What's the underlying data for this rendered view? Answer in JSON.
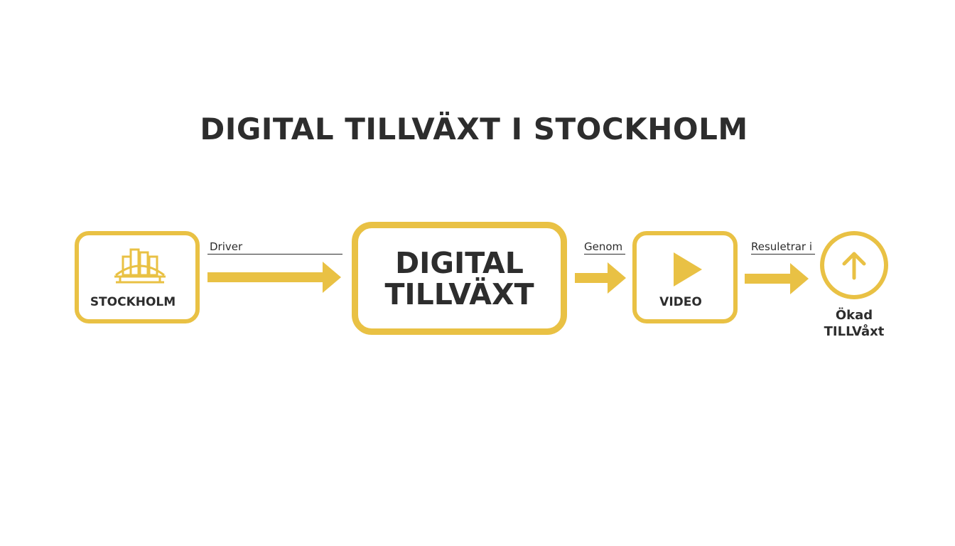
{
  "title": "DIGITAL TILLVÄXT I STOCKHOLM",
  "colors": {
    "accent": "#e9c144",
    "text": "#2d2d2d",
    "background": "#ffffff"
  },
  "nodes": {
    "stockholm": {
      "label": "STOCKHOLM",
      "icon": "city-skyline-icon"
    },
    "digital": {
      "line1": "DIGITAL",
      "line2": "TILLVÄXT"
    },
    "video": {
      "label": "VIDEO",
      "icon": "play-icon"
    },
    "result": {
      "line1": "Ökad",
      "line2": "TILLVåxt",
      "icon": "arrow-up-icon"
    }
  },
  "connectors": [
    {
      "label": "Driver"
    },
    {
      "label": "Genom"
    },
    {
      "label": "Resuletrar i"
    }
  ]
}
